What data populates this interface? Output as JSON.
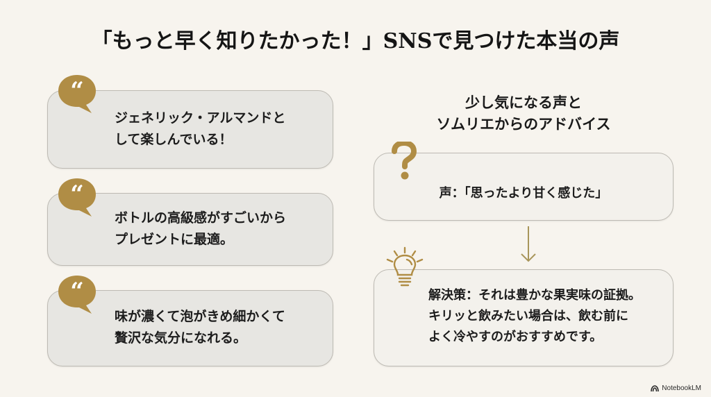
{
  "title": "「もっと早く知りたかった！」SNSで見つけた本当の声",
  "left_column": {
    "icon": "quote-bubble-icon",
    "cards": [
      {
        "text": "ジェネリック・アルマンドと\nして楽しんでいる！"
      },
      {
        "text": "ボトルの高級感がすごいから\nプレゼントに最適。"
      },
      {
        "text": "味が濃くて泡がきめ細かくて\n贅沢な気分になれる。"
      }
    ]
  },
  "right_column": {
    "subtitle_line1": "少し気になる声と",
    "subtitle_line2": "ソムリエからのアドバイス",
    "concern": {
      "icon": "question-mark-icon",
      "text": "声：「思ったより甘く感じた」"
    },
    "arrow": "arrow-down-icon",
    "advice": {
      "icon": "lightbulb-icon",
      "text": "解決策：それは豊かな果実味の証拠。\nキリッと飲みたい場合は、飲む前に\nよく冷やすのがおすすめです。"
    }
  },
  "colors": {
    "accent_gold": "#b08d45",
    "background": "#f7f4ee",
    "card_left": "#e7e6e2",
    "card_right": "#f3f1ec"
  },
  "brand": {
    "icon": "notebooklm-logo-icon",
    "label": "NotebookLM"
  }
}
